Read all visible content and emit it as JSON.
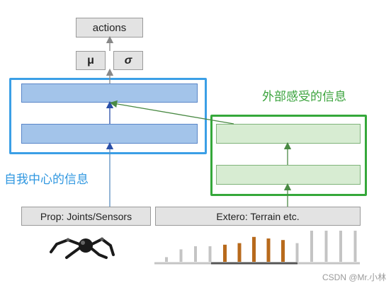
{
  "output": {
    "actions_label": "actions",
    "mu_label": "μ",
    "sigma_label": "σ"
  },
  "inputs": {
    "prop_label": "Prop: Joints/Sensors",
    "extero_label": "Extero: Terrain etc."
  },
  "annotations": {
    "proprio_caption": "自我中心的信息",
    "extero_caption": "外部感受的信息"
  },
  "watermark": "CSDN @Mr.小林",
  "colors": {
    "blue_frame": "#3b9fe6",
    "blue_layer": "#a3c4ea",
    "green_frame": "#35a83a",
    "green_layer": "#d7ecd2",
    "terrain_orange": "#b86a1c",
    "terrain_gray": "#c4c4c4"
  },
  "icons": {
    "robot": "quadruped-robot-icon",
    "terrain": "terrain-height-samples-icon"
  },
  "terrain_samples": {
    "heights_relative": [
      0.15,
      0.4,
      0.5,
      0.5,
      0.55,
      0.6,
      0.8,
      0.75,
      0.7,
      0.6,
      1.0,
      1.0,
      1.0,
      1.0
    ],
    "highlighted": [
      false,
      false,
      false,
      false,
      true,
      true,
      true,
      true,
      true,
      false,
      false,
      false,
      false,
      false
    ]
  }
}
